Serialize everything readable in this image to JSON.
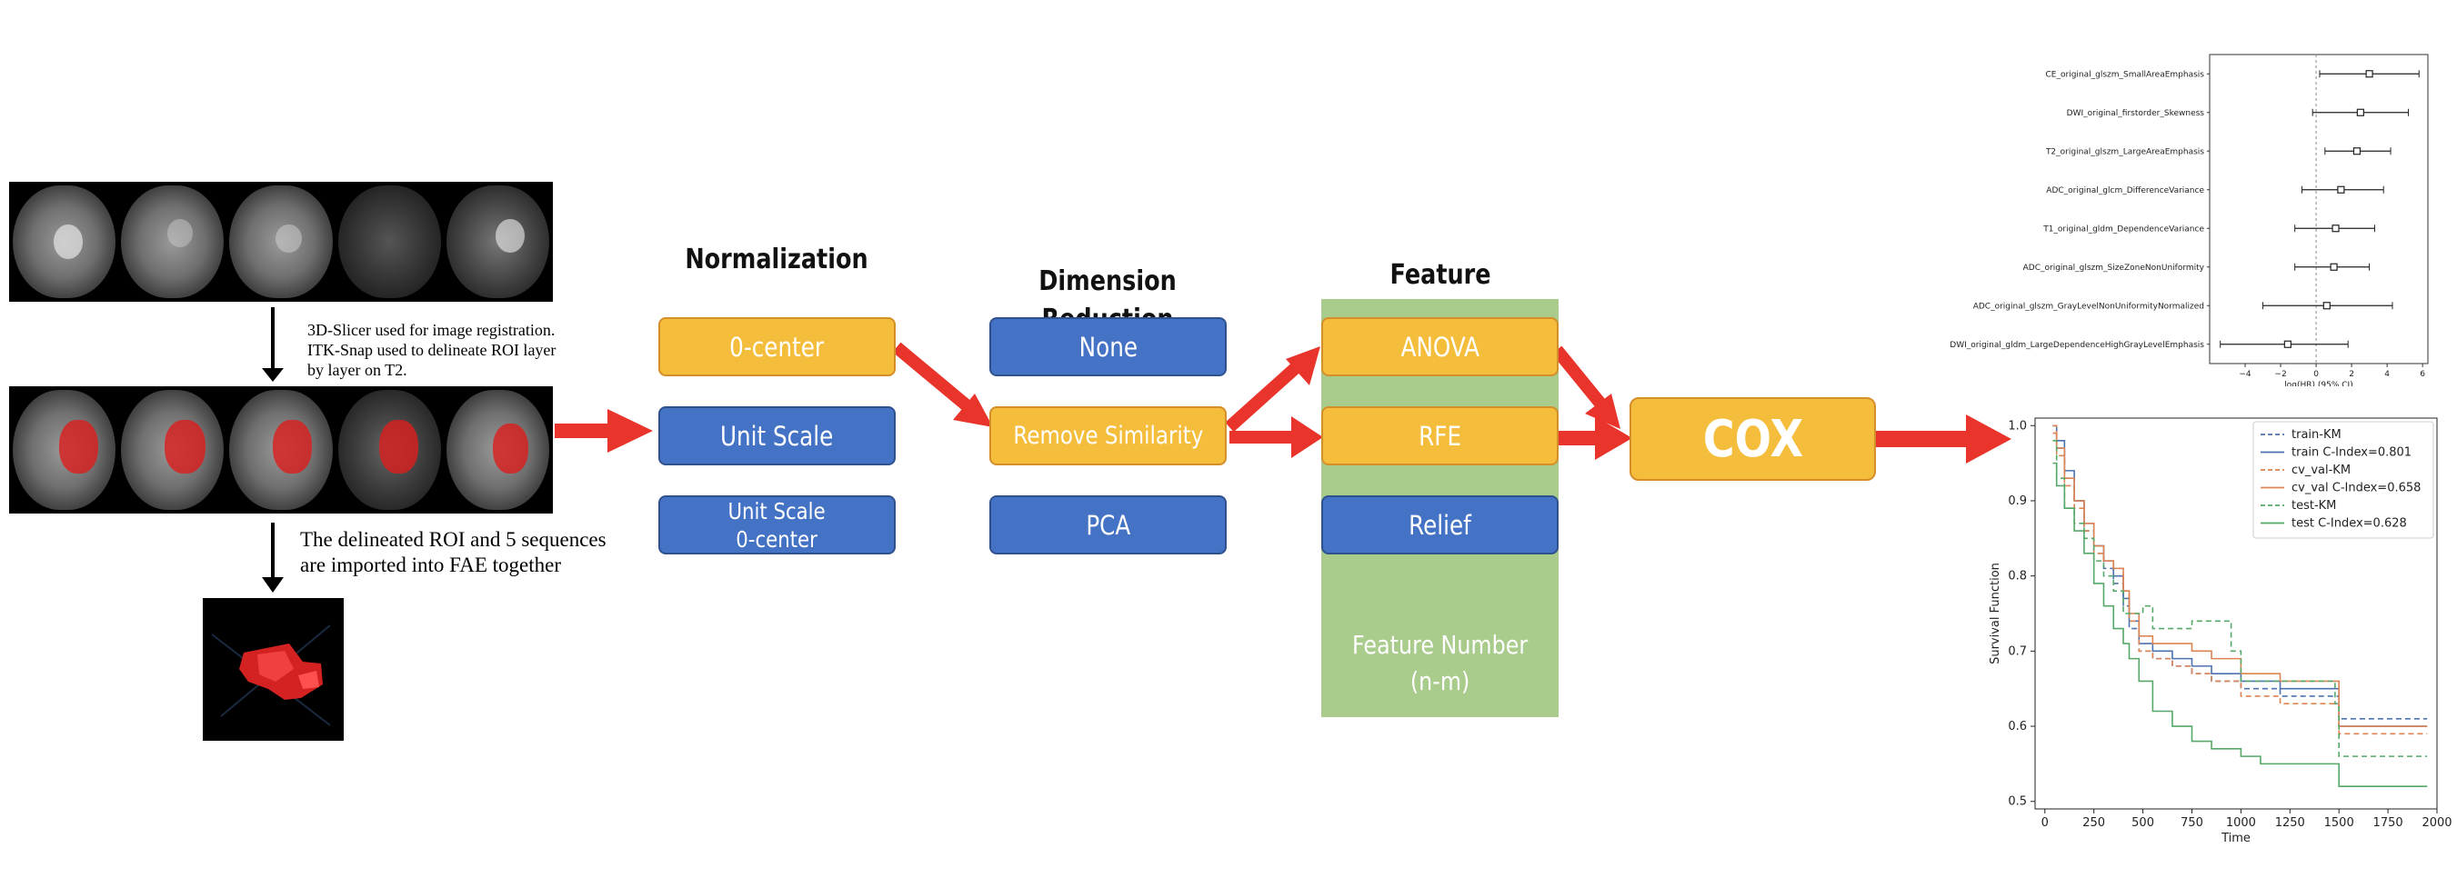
{
  "left": {
    "step1_text": [
      "3D-Slicer used for image registration.",
      "ITK-Snap used to delineate ROI layer",
      "by layer on T2."
    ],
    "step2_text": [
      "The delineated ROI and 5 sequences",
      "are imported into FAE together"
    ]
  },
  "columns": {
    "normalization": {
      "title": "Normalization",
      "items": [
        "0-center",
        "Unit Scale",
        "Unit Scale\n0-center"
      ]
    },
    "dimension_reduction": {
      "title": "Dimension\nReduction",
      "items": [
        "None",
        "Remove Similarity",
        "PCA"
      ]
    },
    "feature_selection": {
      "title": "Feature\nSelection",
      "items": [
        "ANOVA",
        "RFE",
        "Relief"
      ],
      "footer": "Feature Number\n(n-m)"
    }
  },
  "model": {
    "label": "COX"
  },
  "colors": {
    "selected": "#f5bd3c",
    "option": "#4472c4",
    "panel": "#a9cb8c",
    "arrow": "#e8342a"
  },
  "forest_plot": {
    "features": [
      "CE_original_glszm_SmallAreaEmphasis",
      "DWI_original_firstorder_Skewness",
      "T2_original_glszm_LargeAreaEmphasis",
      "ADC_original_glcm_DifferenceVariance",
      "T1_original_gldm_DependenceVariance",
      "ADC_original_glszm_SizeZoneNonUniformity",
      "ADC_original_glszm_GrayLevelNonUniformityNormalized",
      "DWI_original_gldm_LargeDependenceHighGrayLevelEmphasis"
    ],
    "estimates": [
      3.0,
      2.5,
      2.3,
      1.4,
      1.1,
      1.0,
      0.6,
      -1.6
    ],
    "ci_low": [
      0.2,
      -0.2,
      0.5,
      -0.8,
      -1.2,
      -1.2,
      -3.0,
      -5.4
    ],
    "ci_high": [
      5.8,
      5.2,
      4.2,
      3.8,
      3.3,
      3.0,
      4.3,
      1.8
    ],
    "x_ticks": [
      "−4",
      "−2",
      "0",
      "2",
      "4",
      "6"
    ],
    "x_label": "log(HR) (95% CI)"
  },
  "chart_data": {
    "type": "line",
    "xlabel": "Time",
    "ylabel": "Survival Function",
    "xlim": [
      -50,
      2000
    ],
    "ylim": [
      0.49,
      1.01
    ],
    "x_ticks": [
      0,
      250,
      500,
      750,
      1000,
      1250,
      1500,
      1750,
      2000
    ],
    "y_ticks": [
      0.5,
      0.6,
      0.7,
      0.8,
      0.9,
      1.0
    ],
    "legend_position": "top-right",
    "series": [
      {
        "name": "train-KM",
        "color": "#4c72b0",
        "style": "dashed",
        "points": [
          [
            40,
            1.0
          ],
          [
            60,
            0.97
          ],
          [
            100,
            0.93
          ],
          [
            150,
            0.9
          ],
          [
            200,
            0.86
          ],
          [
            250,
            0.83
          ],
          [
            300,
            0.81
          ],
          [
            350,
            0.79
          ],
          [
            400,
            0.76
          ],
          [
            430,
            0.73
          ],
          [
            480,
            0.7
          ],
          [
            550,
            0.69
          ],
          [
            650,
            0.68
          ],
          [
            750,
            0.67
          ],
          [
            850,
            0.66
          ],
          [
            1000,
            0.65
          ],
          [
            1200,
            0.64
          ],
          [
            1500,
            0.61
          ],
          [
            1950,
            0.61
          ]
        ]
      },
      {
        "name": "train C-Index=0.801",
        "color": "#4c72b0",
        "style": "solid",
        "points": [
          [
            40,
            1.0
          ],
          [
            60,
            0.98
          ],
          [
            100,
            0.94
          ],
          [
            150,
            0.9
          ],
          [
            200,
            0.87
          ],
          [
            250,
            0.84
          ],
          [
            300,
            0.82
          ],
          [
            350,
            0.8
          ],
          [
            400,
            0.77
          ],
          [
            430,
            0.74
          ],
          [
            480,
            0.71
          ],
          [
            550,
            0.7
          ],
          [
            650,
            0.69
          ],
          [
            750,
            0.68
          ],
          [
            850,
            0.67
          ],
          [
            1000,
            0.66
          ],
          [
            1200,
            0.65
          ],
          [
            1500,
            0.6
          ],
          [
            1950,
            0.6
          ]
        ]
      },
      {
        "name": "cv_val-KM",
        "color": "#dd8452",
        "style": "dashed",
        "points": [
          [
            40,
            1.0
          ],
          [
            60,
            0.96
          ],
          [
            100,
            0.92
          ],
          [
            150,
            0.89
          ],
          [
            200,
            0.86
          ],
          [
            250,
            0.83
          ],
          [
            300,
            0.82
          ],
          [
            350,
            0.81
          ],
          [
            400,
            0.78
          ],
          [
            430,
            0.74
          ],
          [
            480,
            0.7
          ],
          [
            550,
            0.69
          ],
          [
            650,
            0.68
          ],
          [
            750,
            0.67
          ],
          [
            850,
            0.66
          ],
          [
            1000,
            0.64
          ],
          [
            1200,
            0.63
          ],
          [
            1500,
            0.59
          ],
          [
            1950,
            0.59
          ]
        ]
      },
      {
        "name": "cv_val C-Index=0.658",
        "color": "#dd8452",
        "style": "solid",
        "points": [
          [
            40,
            0.99
          ],
          [
            60,
            0.97
          ],
          [
            100,
            0.93
          ],
          [
            150,
            0.9
          ],
          [
            200,
            0.87
          ],
          [
            250,
            0.84
          ],
          [
            300,
            0.82
          ],
          [
            350,
            0.81
          ],
          [
            400,
            0.78
          ],
          [
            430,
            0.75
          ],
          [
            480,
            0.72
          ],
          [
            550,
            0.71
          ],
          [
            650,
            0.71
          ],
          [
            750,
            0.7
          ],
          [
            850,
            0.69
          ],
          [
            1000,
            0.67
          ],
          [
            1200,
            0.66
          ],
          [
            1500,
            0.6
          ],
          [
            1950,
            0.6
          ]
        ]
      },
      {
        "name": "test-KM",
        "color": "#55a868",
        "style": "dashed",
        "points": [
          [
            40,
            0.98
          ],
          [
            60,
            0.93
          ],
          [
            100,
            0.89
          ],
          [
            150,
            0.87
          ],
          [
            200,
            0.85
          ],
          [
            250,
            0.82
          ],
          [
            300,
            0.8
          ],
          [
            350,
            0.78
          ],
          [
            400,
            0.75
          ],
          [
            430,
            0.75
          ],
          [
            500,
            0.76
          ],
          [
            550,
            0.73
          ],
          [
            650,
            0.73
          ],
          [
            750,
            0.74
          ],
          [
            850,
            0.74
          ],
          [
            950,
            0.7
          ],
          [
            1000,
            0.66
          ],
          [
            1200,
            0.66
          ],
          [
            1480,
            0.63
          ],
          [
            1500,
            0.56
          ],
          [
            1950,
            0.56
          ]
        ]
      },
      {
        "name": "test C-Index=0.628",
        "color": "#55a868",
        "style": "solid",
        "points": [
          [
            40,
            0.95
          ],
          [
            60,
            0.92
          ],
          [
            100,
            0.89
          ],
          [
            150,
            0.86
          ],
          [
            200,
            0.83
          ],
          [
            250,
            0.79
          ],
          [
            300,
            0.76
          ],
          [
            350,
            0.73
          ],
          [
            400,
            0.71
          ],
          [
            430,
            0.69
          ],
          [
            480,
            0.66
          ],
          [
            550,
            0.62
          ],
          [
            650,
            0.6
          ],
          [
            750,
            0.58
          ],
          [
            850,
            0.57
          ],
          [
            1000,
            0.56
          ],
          [
            1100,
            0.55
          ],
          [
            1250,
            0.55
          ],
          [
            1480,
            0.55
          ],
          [
            1500,
            0.52
          ],
          [
            1950,
            0.52
          ]
        ]
      }
    ]
  }
}
